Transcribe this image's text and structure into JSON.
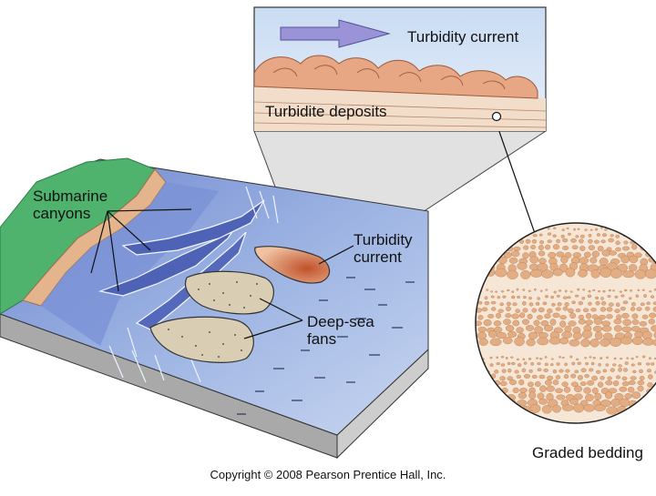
{
  "labels": {
    "inset_current": "Turbidity current",
    "inset_deposits": "Turbidite deposits",
    "canyons": "Submarine\ncanyons",
    "current": "Turbidity\ncurrent",
    "fans": "Deep-sea\nfans",
    "graded": "Graded bedding"
  },
  "copyright": "Copyright © 2008 Pearson Prentice Hall, Inc.",
  "colors": {
    "ocean": "#8fa8dc",
    "ocean_dark": "#5b73c2",
    "land_green": "#4fb36e",
    "beach": "#e4b48d",
    "fan": "#d9cdb4",
    "block_side": "#b8b8b8",
    "current_orange": "#d98d5e",
    "arrow_purple": "#9b93d8",
    "grain": "#e3ad83",
    "grain_bg": "#f6e6d6"
  }
}
